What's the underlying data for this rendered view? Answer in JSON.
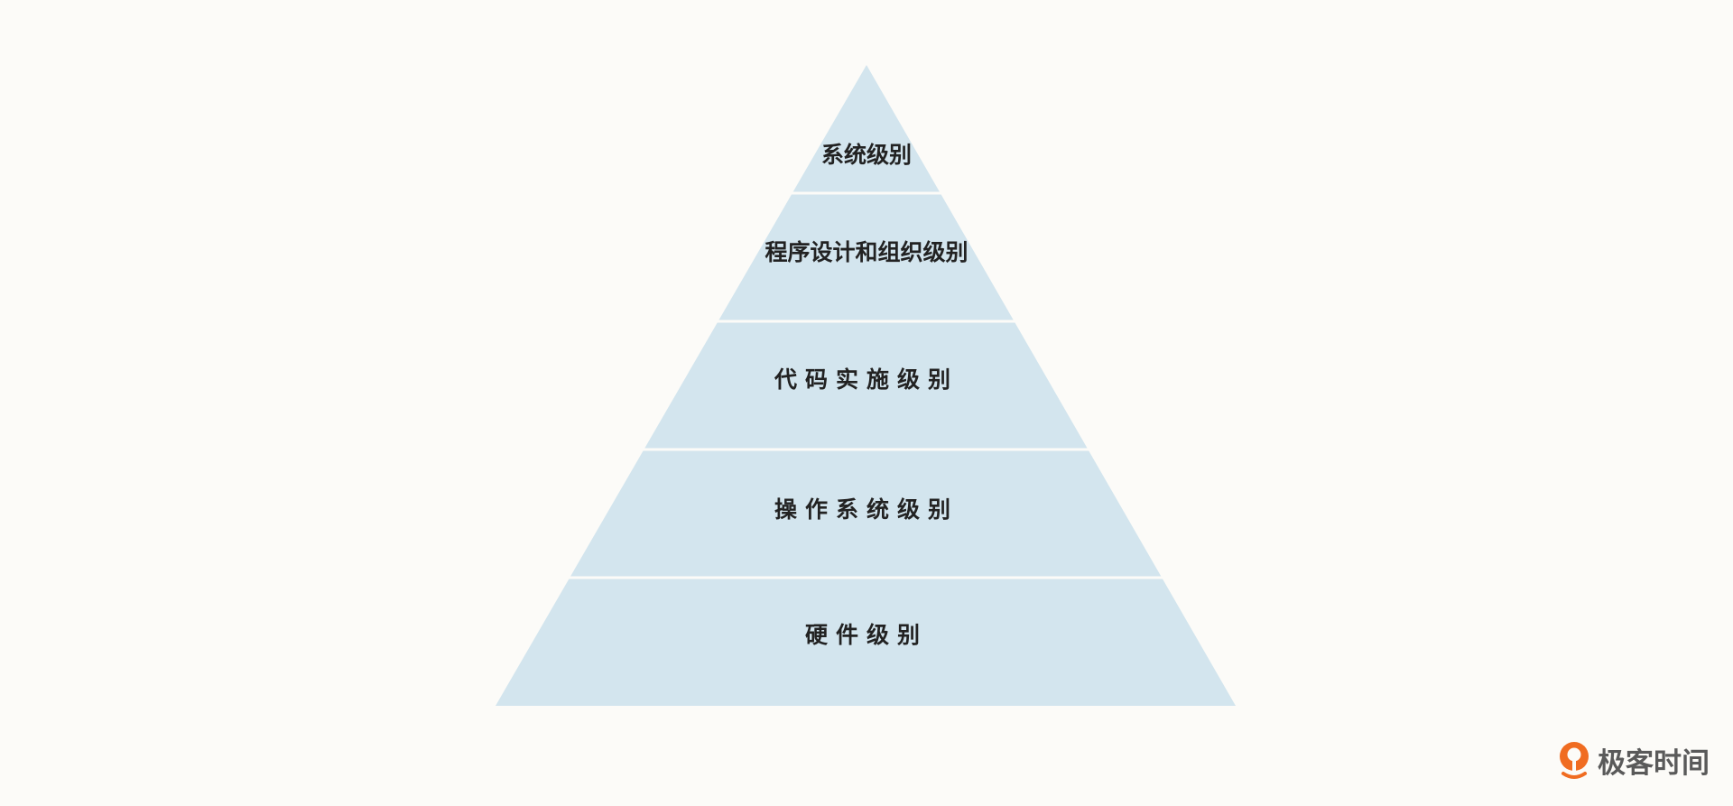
{
  "diagram": {
    "tiers": [
      {
        "label": "系统级别",
        "spaced": false
      },
      {
        "label": "程序设计和组织级别",
        "spaced": false
      },
      {
        "label": "代码实施级别",
        "spaced": true
      },
      {
        "label": "操作系统级别",
        "spaced": true
      },
      {
        "label": "硬件级别",
        "spaced": true
      }
    ],
    "colors": {
      "fill": "#d3e5ee",
      "divider": "#fcfbf8",
      "text": "#222222",
      "background": "#fcfbf8"
    }
  },
  "brand": {
    "name": "极客时间",
    "logo_icon": "geektime-logo-icon",
    "accent": "#f06c21"
  }
}
